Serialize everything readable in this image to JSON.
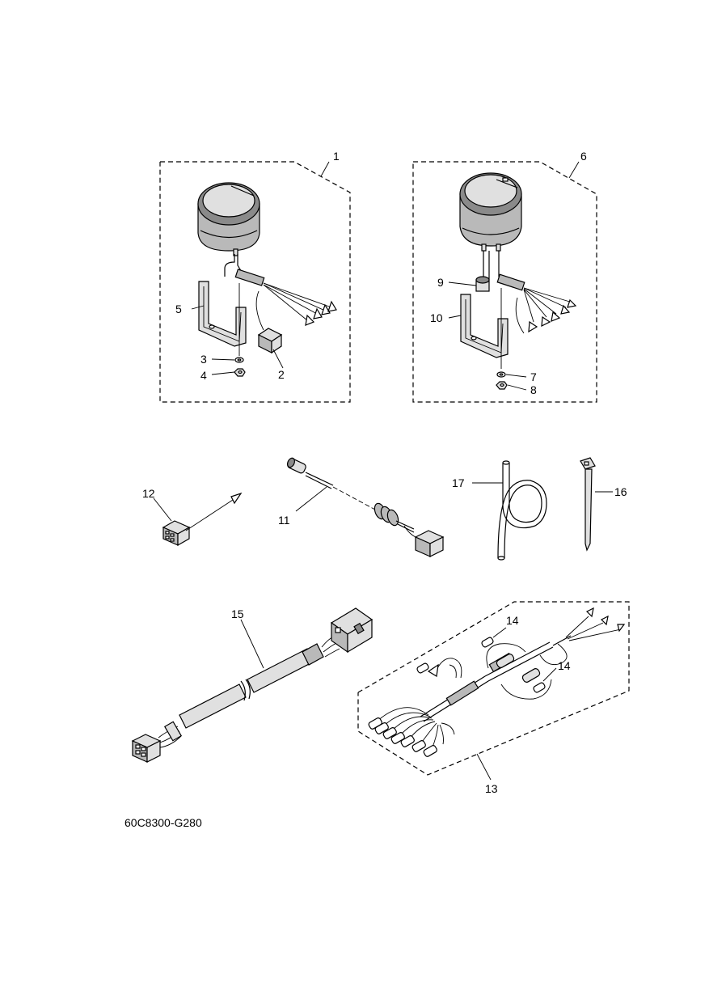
{
  "diagram_code": "60C8300-G280",
  "callouts": {
    "c1": "1",
    "c2": "2",
    "c3": "3",
    "c4": "4",
    "c5": "5",
    "c6": "6",
    "c7": "7",
    "c8": "8",
    "c9": "9",
    "c10": "10",
    "c11": "11",
    "c12": "12",
    "c13": "13",
    "c14a": "14",
    "c14b": "14",
    "c15": "15",
    "c16": "16",
    "c17": "17"
  }
}
